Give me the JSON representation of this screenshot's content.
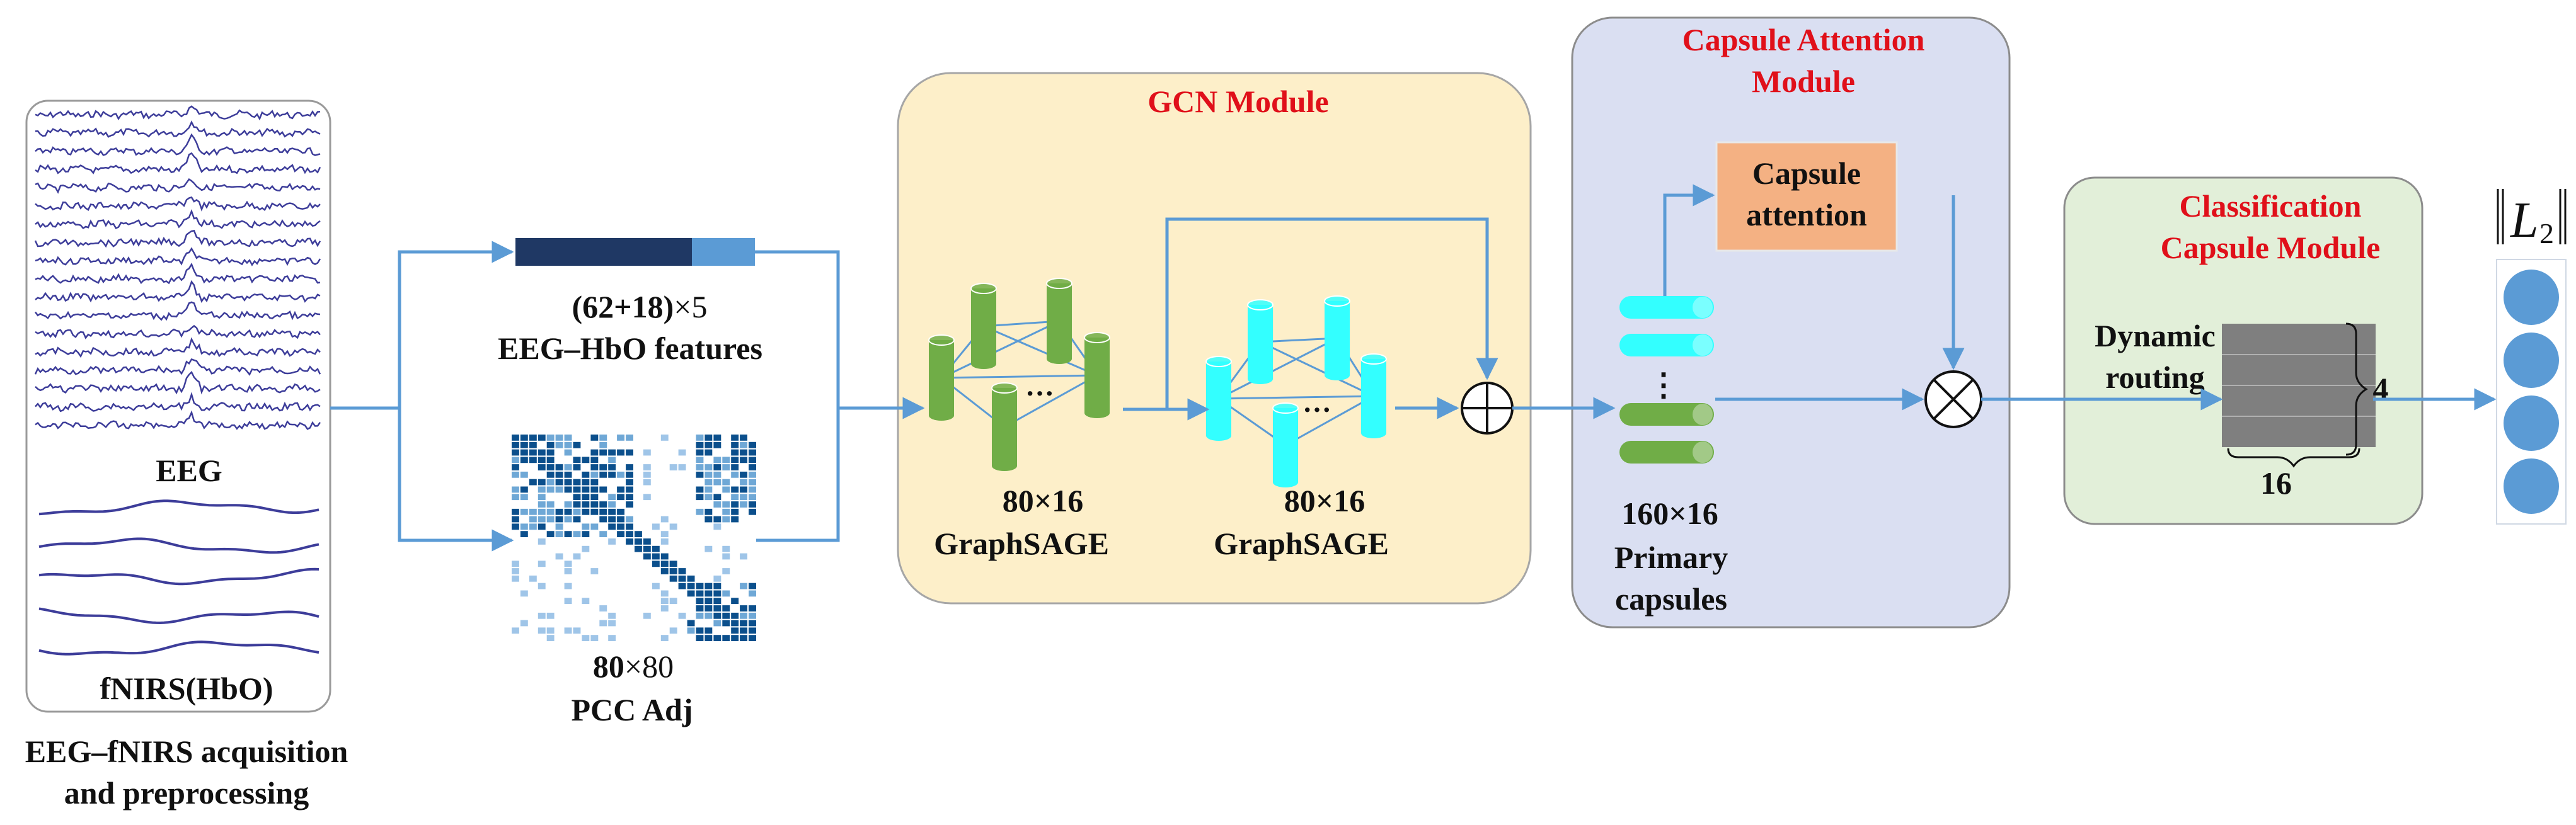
{
  "input": {
    "eeg_label": "EEG",
    "fnirs_label": "fNIRS(HbO)",
    "caption_line1": "EEG–fNIRS acquisition",
    "caption_line2": "and preprocessing"
  },
  "features": {
    "dims_bold": "(62+18)",
    "dims_rest": "×5",
    "label": "EEG–HbO features"
  },
  "adjacency": {
    "dims_bold": "80",
    "dims_rest": "×80",
    "label": "PCC Adj"
  },
  "gcn": {
    "title": "GCN Module",
    "layer1_dims": "80×16",
    "layer1_name": "GraphSAGE",
    "layer2_dims": "80×16",
    "layer2_name": "GraphSAGE",
    "ellipsis": "···"
  },
  "capsule_attention": {
    "title_line1": "Capsule Attention",
    "title_line2": "Module",
    "box_line1": "Capsule",
    "box_line2": "attention",
    "primary_dims": "160×16",
    "primary_line1": "Primary",
    "primary_line2": "capsules",
    "vdots": "⋮"
  },
  "classification": {
    "title_line1": "Classification",
    "title_line2": "Capsule Module",
    "routing_line1": "Dynamic",
    "routing_line2": "routing",
    "rows": "4",
    "cols": "16"
  },
  "output": {
    "norm_letter": "L",
    "norm_sub": "2",
    "circle_count": 4
  },
  "colors": {
    "arrow": "#5b9bd5",
    "gcn_bg": "#fdefc9",
    "capsule_attention_bg": "#dadff2",
    "classification_bg": "#e2efd9",
    "attention_box": "#f4b183",
    "green_node": "#70ad47",
    "cyan_node": "#33ffff",
    "title_red": "#e0101a",
    "feature_dark": "#1f3864",
    "feature_light": "#5b9bd5",
    "eeg_trace": "#3d3d9a"
  }
}
